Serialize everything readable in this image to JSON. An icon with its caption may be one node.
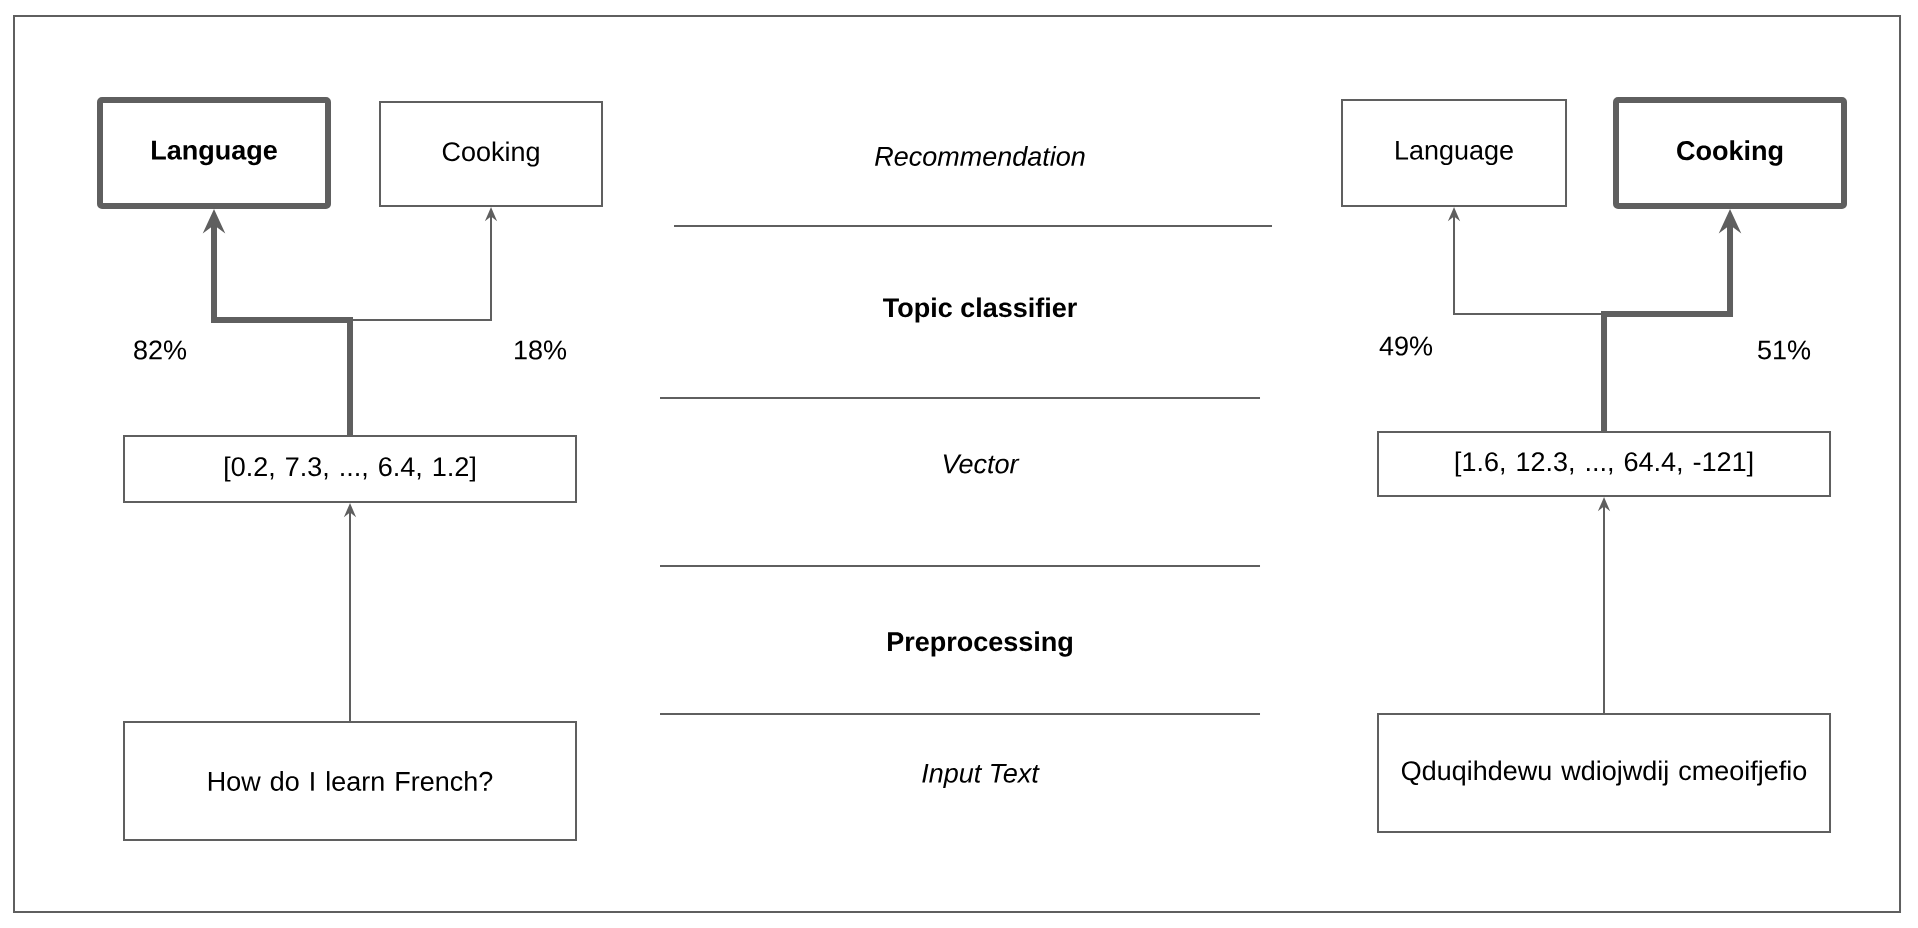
{
  "diagram": {
    "nodes": [
      {
        "text": [
          "Language"
        ]
      },
      {
        "text": [
          "Cooking"
        ]
      },
      {
        "text": [
          "[0.2, 7.3, ..., 6.4, 1.2]"
        ]
      },
      {
        "text": [
          "How do I learn French?"
        ]
      },
      {
        "text": [
          "Language"
        ]
      },
      {
        "text": [
          "Cooking"
        ]
      },
      {
        "text": [
          "[1.6, 12.3, ..., 64.4, -121]"
        ]
      },
      {
        "text": [
          "Qduqihdewu wdiojwdij cmeoifjefio"
        ]
      }
    ],
    "edges": [
      {
        "from": 3,
        "to": 2,
        "arrow": "to"
      },
      {
        "from": 2,
        "to": 0,
        "arrow": "to",
        "style": "thick",
        "label": "82%"
      },
      {
        "from": 2,
        "to": 1,
        "arrow": "to",
        "label": "18%"
      },
      {
        "from": 7,
        "to": 6,
        "arrow": "to"
      },
      {
        "from": 6,
        "to": 4,
        "arrow": "to",
        "label": "49%"
      },
      {
        "from": 6,
        "to": 5,
        "arrow": "to",
        "style": "thick",
        "label": "51%"
      }
    ],
    "labels": [
      "Recommendation",
      "Topic classifier",
      "Vector",
      "Preprocessing",
      "Input Text"
    ]
  }
}
